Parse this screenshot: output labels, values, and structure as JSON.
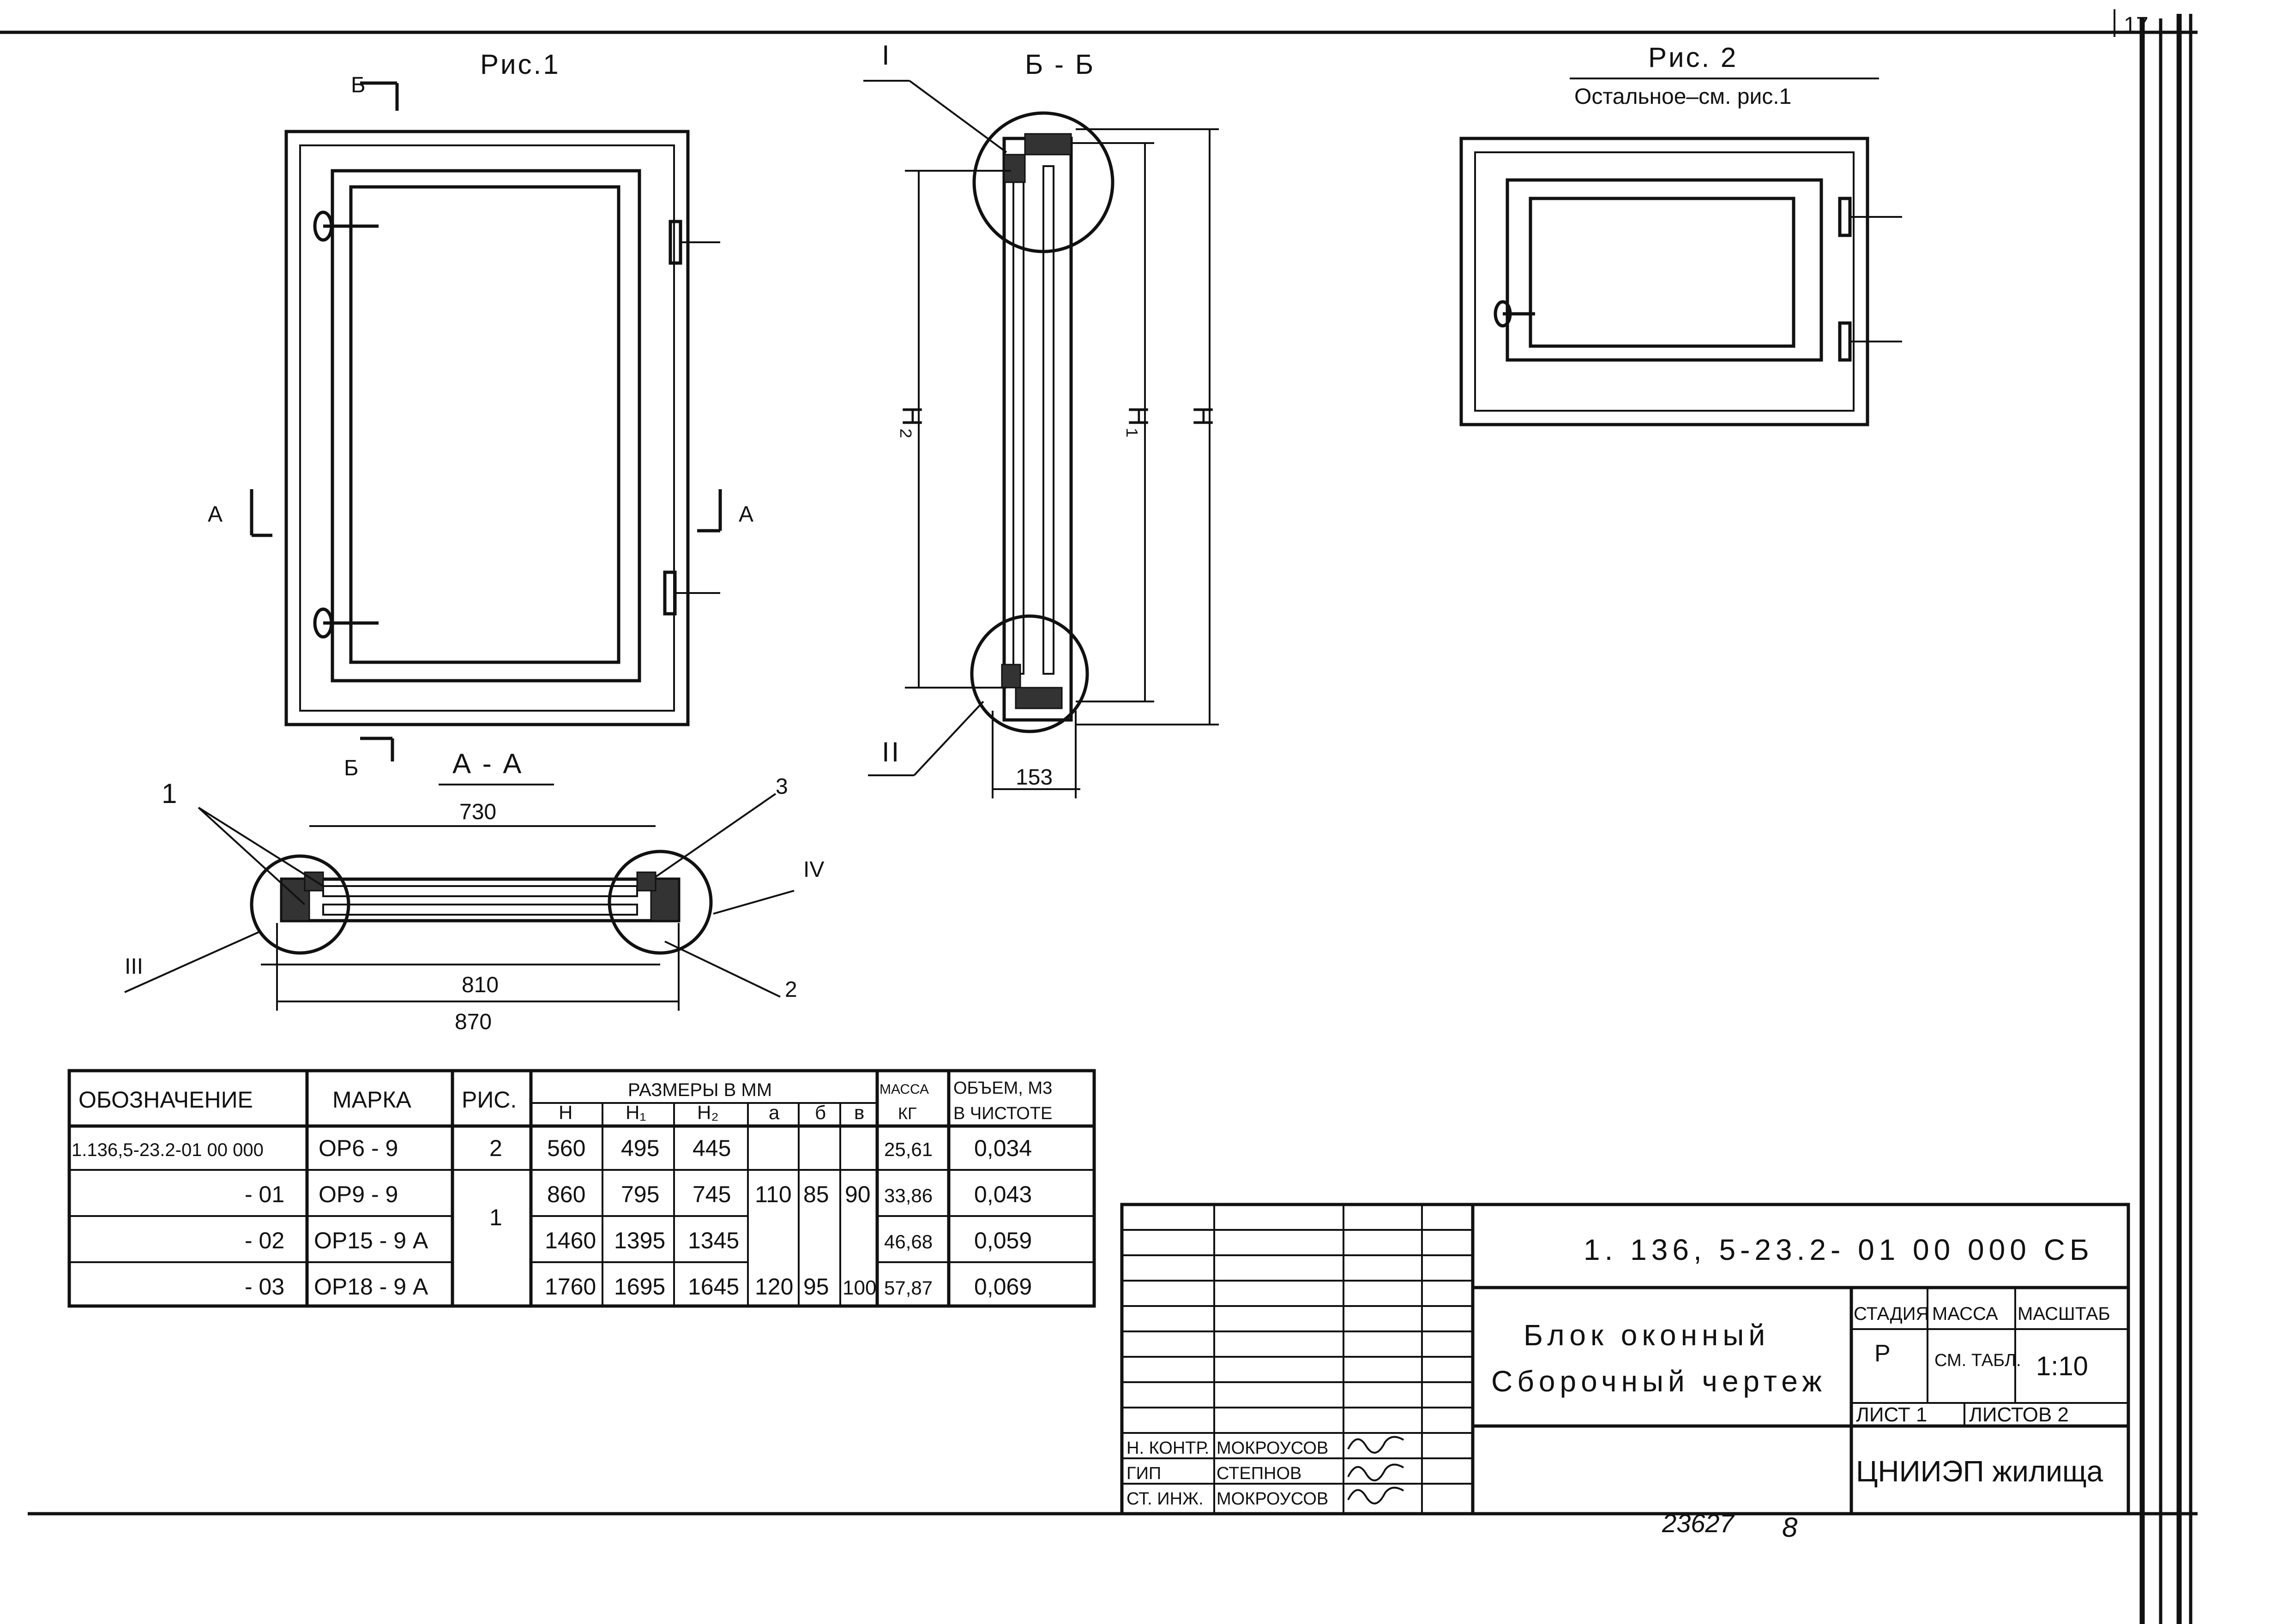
{
  "sheet_number": "17",
  "fig1": {
    "label": "Рис.1",
    "section_mark_b": "Б",
    "section_mark_a": "А"
  },
  "section_aa": {
    "title": "А - А",
    "dim_730": "730",
    "dim_810": "810",
    "dim_870": "870",
    "callout_1": "1",
    "callout_2": "2",
    "callout_3": "3",
    "roman_3": "III",
    "roman_4": "IV"
  },
  "section_bb": {
    "title": "Б - Б",
    "roman_1": "I",
    "roman_2": "II",
    "dim_h2": "H₂",
    "dim_h1": "H₁",
    "dim_h": "H",
    "dim_153": "153"
  },
  "fig2": {
    "label": "Рис. 2",
    "note": "Остальное–см. рис.1"
  },
  "spec_table": {
    "headers": {
      "designation": "ОБОЗНАЧЕНИЕ",
      "mark": "МАРКА",
      "fig": "РИС.",
      "sizes": "РАЗМЕРЫ В ММ",
      "h": "H",
      "h1": "H₁",
      "h2": "H₂",
      "a": "a",
      "b": "б",
      "v": "в",
      "mass": "МАССА",
      "mass_unit": "КГ",
      "volume": "ОБЪЕМ, М3",
      "volume_sub": "В ЧИСТОТЕ"
    },
    "rows": [
      {
        "designation": "1.136,5-23.2-01 00 000",
        "mark": "ОР6 - 9",
        "fig": "2",
        "h": "560",
        "h1": "495",
        "h2": "445",
        "a": "",
        "b": "",
        "v": "",
        "mass": "25,61",
        "volume": "0,034"
      },
      {
        "designation": "- 01",
        "mark": "ОР9 - 9",
        "fig": "1",
        "h": "860",
        "h1": "795",
        "h2": "745",
        "a": "110",
        "b": "85",
        "v": "90",
        "mass": "33,86",
        "volume": "0,043"
      },
      {
        "designation": "- 02",
        "mark": "ОР15 - 9 А",
        "fig": "",
        "h": "1460",
        "h1": "1395",
        "h2": "1345",
        "a": "",
        "b": "",
        "v": "",
        "mass": "46,68",
        "volume": "0,059"
      },
      {
        "designation": "- 03",
        "mark": "ОР18 - 9 А",
        "fig": "",
        "h": "1760",
        "h1": "1695",
        "h2": "1645",
        "a": "120",
        "b": "95",
        "v": "100",
        "mass": "57,87",
        "volume": "0,069"
      }
    ]
  },
  "title_block": {
    "doc_code": "1. 136, 5-23.2- 01 00 000 СБ",
    "name_line1": "Блок оконный",
    "name_line2": "Сборочный чертеж",
    "stage_label": "СТАДИЯ",
    "mass_label": "МАССА",
    "scale_label": "МАСШТАБ",
    "stage": "Р",
    "mass": "СМ. ТАБЛ.",
    "scale": "1:10",
    "sheet_label": "ЛИСТ 1",
    "sheets_label": "ЛИСТОВ 2",
    "org": "ЦНИИЭП жилища",
    "signatures": [
      {
        "role": "Н. КОНТР.",
        "name": "МОКРОУСОВ"
      },
      {
        "role": "ГИП",
        "name": "СТЕПНОВ"
      },
      {
        "role": "СТ. ИНЖ.",
        "name": "МОКРОУСОВ"
      }
    ]
  },
  "archive_number": "23627",
  "archive_sheet": "8"
}
